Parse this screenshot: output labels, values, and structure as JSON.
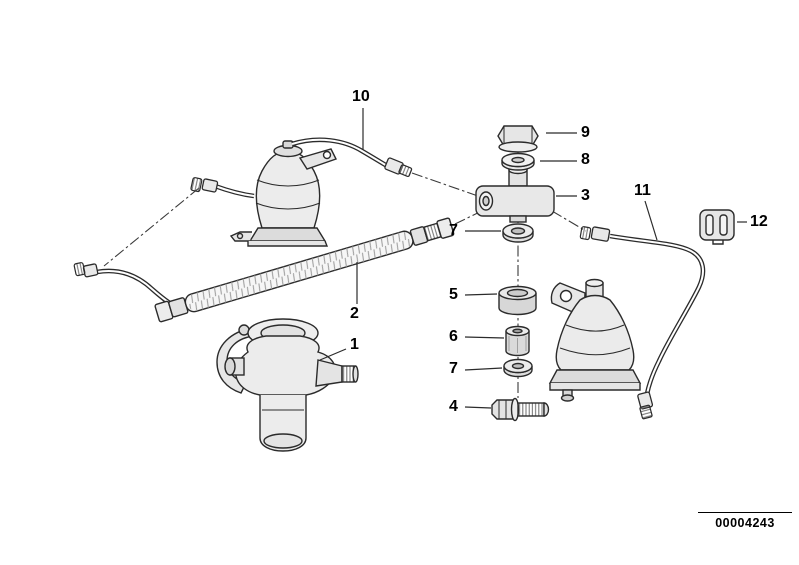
{
  "callouts": {
    "part10": "10",
    "part9": "9",
    "part8": "8",
    "part3": "3",
    "part11": "11",
    "part12": "12",
    "part7_upper": "7",
    "part5": "5",
    "part2": "2",
    "part6": "6",
    "part1": "1",
    "part7_lower": "7",
    "part4": "4"
  },
  "image_code": "00004243",
  "colors": {
    "line": "#2b2b2b",
    "fill_light": "#ececec",
    "background": "#ffffff"
  }
}
